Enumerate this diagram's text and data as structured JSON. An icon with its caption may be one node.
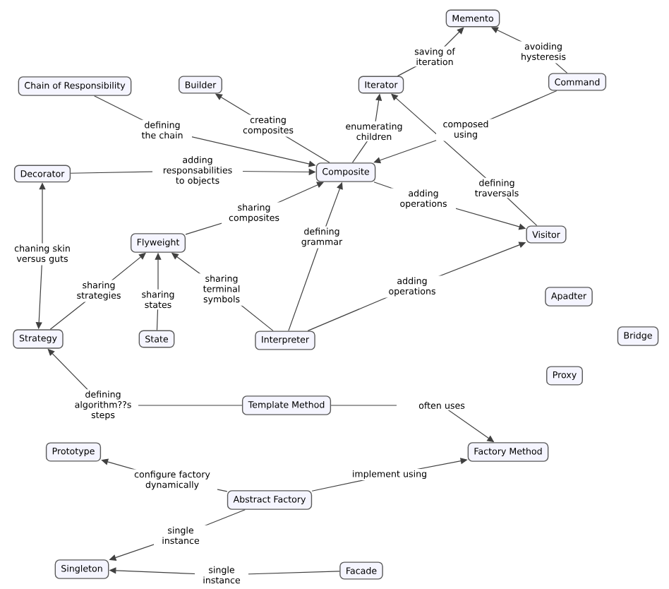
{
  "diagram": {
    "nodes": [
      {
        "text": [
          "Memento"
        ]
      },
      {
        "text": [
          "Chain of Responsibility"
        ]
      },
      {
        "text": [
          "Builder"
        ]
      },
      {
        "text": [
          "Command"
        ]
      },
      {
        "text": [
          "Iterator"
        ]
      },
      {
        "text": [
          "Decorator"
        ]
      },
      {
        "text": [
          "Composite"
        ]
      },
      {
        "text": [
          "Visitor"
        ]
      },
      {
        "text": [
          "Flyweight"
        ]
      },
      {
        "text": [
          "Apadter"
        ]
      },
      {
        "text": [
          "Strategy"
        ]
      },
      {
        "text": [
          "State"
        ]
      },
      {
        "text": [
          "Interpreter"
        ]
      },
      {
        "text": [
          "Bridge"
        ]
      },
      {
        "text": [
          "Proxy"
        ]
      },
      {
        "text": [
          "Template Method"
        ]
      },
      {
        "text": [
          "Factory Method"
        ]
      },
      {
        "text": [
          "Prototype"
        ]
      },
      {
        "text": [
          "Abstract Factory"
        ]
      },
      {
        "text": [
          "Singleton"
        ]
      },
      {
        "text": [
          "Facade"
        ]
      }
    ],
    "edges": [
      {
        "from": 4,
        "to": 0,
        "arrow": "to",
        "label": "saving of iteration"
      },
      {
        "from": 3,
        "to": 0,
        "arrow": "to",
        "label": "avoiding hysteresis"
      },
      {
        "from": 1,
        "to": 6,
        "arrow": "to",
        "label": "defining the chain"
      },
      {
        "from": 6,
        "to": 2,
        "arrow": "to",
        "label": "creating composites"
      },
      {
        "from": 6,
        "to": 4,
        "arrow": "to",
        "label": "enumerating children"
      },
      {
        "from": 3,
        "to": 6,
        "arrow": "to",
        "label": "composed using"
      },
      {
        "from": 5,
        "to": 6,
        "arrow": "to",
        "label": "adding responsabilities to objects"
      },
      {
        "from": 7,
        "to": 4,
        "arrow": "to",
        "label": "defining traversals"
      },
      {
        "from": 6,
        "to": 7,
        "arrow": "to",
        "label": "adding operations"
      },
      {
        "from": 8,
        "to": 6,
        "arrow": "to",
        "label": "sharing composites"
      },
      {
        "from": 12,
        "to": 6,
        "arrow": "to",
        "label": "defining grammar"
      },
      {
        "from": 12,
        "to": 7,
        "arrow": "to",
        "label": "adding operations"
      },
      {
        "from": 5,
        "to": 10,
        "arrow": "both",
        "label": "chaning skin versus guts"
      },
      {
        "from": 10,
        "to": 8,
        "arrow": "to",
        "label": "sharing strategies"
      },
      {
        "from": 11,
        "to": 8,
        "arrow": "to",
        "label": "sharing states"
      },
      {
        "from": 12,
        "to": 8,
        "arrow": "to",
        "label": "sharing terminal symbols"
      },
      {
        "from": 15,
        "to": 10,
        "arrow": "to",
        "label": "defining algorithm??s steps"
      },
      {
        "from": 15,
        "to": 16,
        "arrow": "to",
        "label": "often uses"
      },
      {
        "from": 18,
        "to": 17,
        "arrow": "to",
        "label": "configure factory dynamically"
      },
      {
        "from": 18,
        "to": 16,
        "arrow": "to",
        "label": "implement using"
      },
      {
        "from": 18,
        "to": 19,
        "arrow": "to",
        "label": "single instance"
      },
      {
        "from": 20,
        "to": 19,
        "arrow": "to",
        "label": "single instance"
      }
    ]
  }
}
